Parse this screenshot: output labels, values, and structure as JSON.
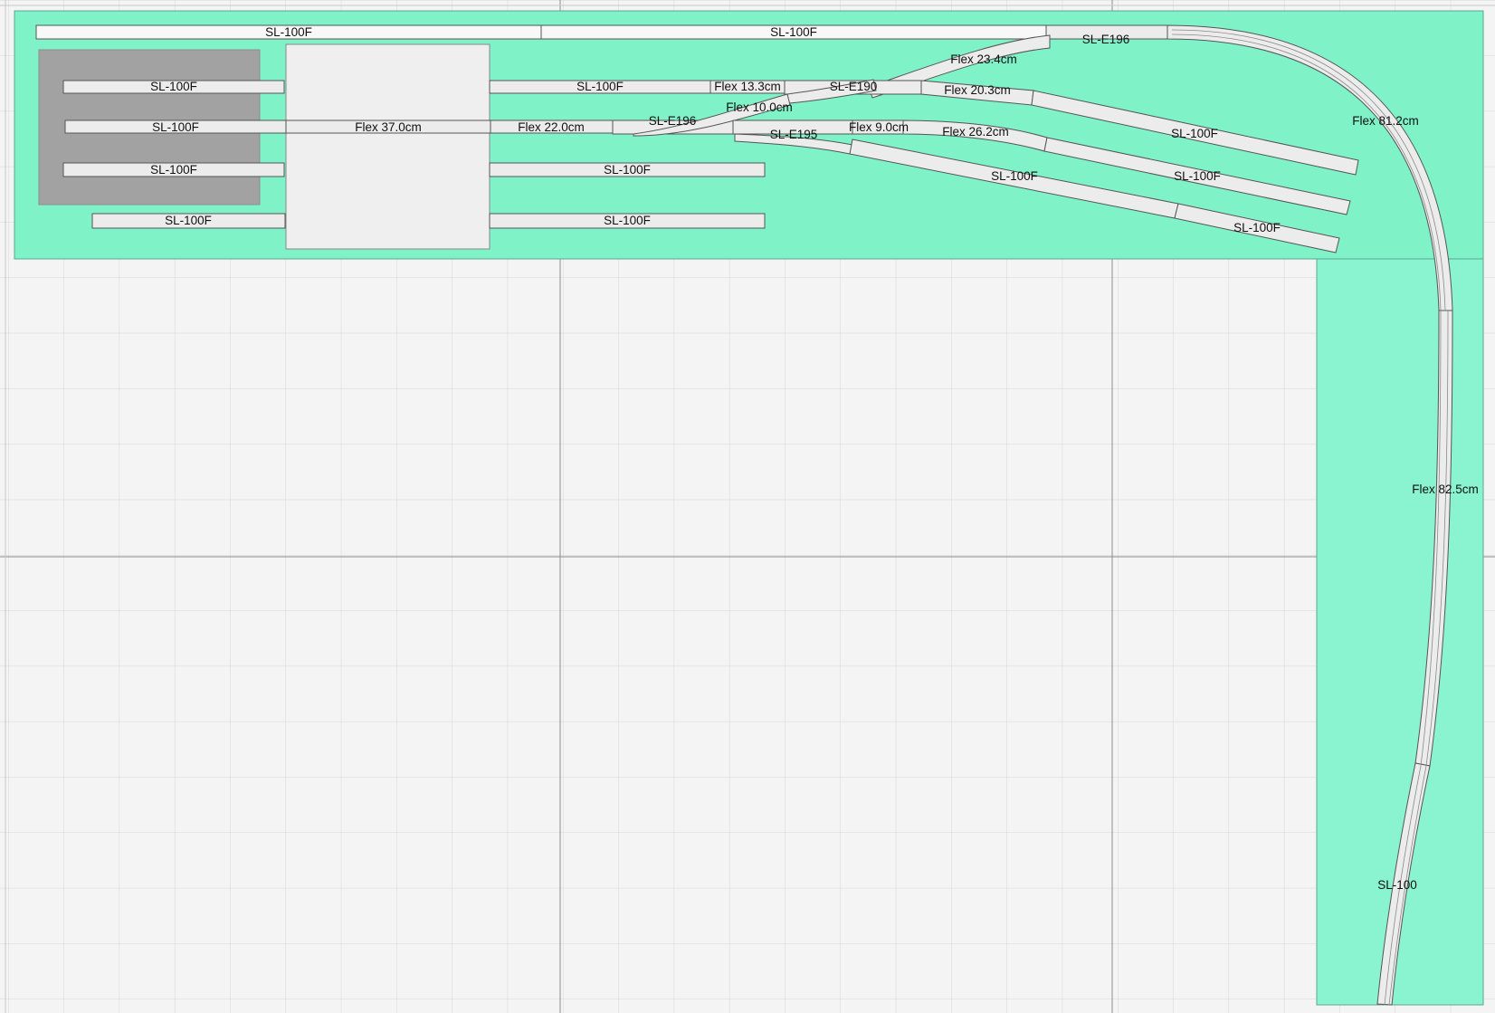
{
  "board": {
    "baseboard_color": "#7ff2c8",
    "baseboard_extension_color": "#8af3cf",
    "grid_background": "#f4f4f4",
    "track_fill": "#ececec",
    "track_edge": "#555555",
    "building_gray": "#a2a2a2",
    "building_light": "#efefef"
  },
  "labels": {
    "top_left_sl100f": "SL-100F",
    "top_mid_sl100f": "SL-100F",
    "top_sle196": "SL-E196",
    "flex_23_4": "Flex 23.4cm",
    "siding1_left": "SL-100F",
    "siding1_right": "SL-100F",
    "flex_13_3": "Flex 13.3cm",
    "sle190": "SL-E190",
    "flex_20_3": "Flex 20.3cm",
    "flex_10_0": "Flex 10.0cm",
    "siding2_left": "SL-100F",
    "flex_37_0": "Flex 37.0cm",
    "flex_22_0": "Flex 22.0cm",
    "sle196_mid": "SL-E196",
    "sle195": "SL-E195",
    "flex_9_0": "Flex 9.0cm",
    "flex_26_2": "Flex 26.2cm",
    "siding3_left": "SL-100F",
    "siding3_right": "SL-100F",
    "siding4_left": "SL-100F",
    "siding4_right": "SL-100F",
    "diag_upper": "SL-100F",
    "diag_mid_1": "SL-100F",
    "diag_mid_2": "SL-100F",
    "diag_lower": "SL-100F",
    "flex_81_2": "Flex 81.2cm",
    "flex_82_5": "Flex 82.5cm",
    "sl100_bottom": "SL-100"
  }
}
